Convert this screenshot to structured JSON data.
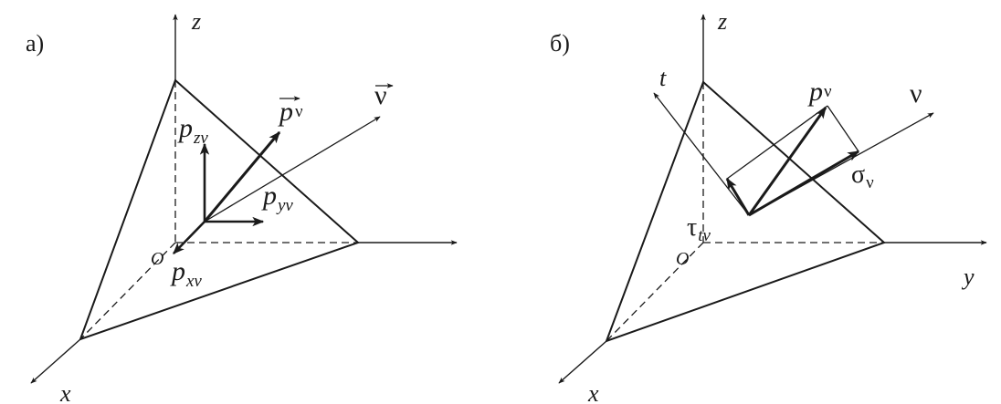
{
  "panel_a": {
    "label": "а)",
    "axis_z": "z",
    "axis_x": "x",
    "origin": "O",
    "normal": "ν",
    "stress_vector": "p",
    "stress_vector_sub": "ν",
    "comp_z": "p",
    "comp_z_sub": "zν",
    "comp_y": "p",
    "comp_y_sub": "yν",
    "comp_x": "p",
    "comp_x_sub": "xν"
  },
  "panel_b": {
    "label": "б)",
    "axis_z": "z",
    "axis_y": "y",
    "axis_x": "x",
    "origin": "O",
    "axis_t": "t",
    "normal": "ν",
    "stress_vector": "p",
    "stress_vector_sub": "ν",
    "normal_stress": "σ",
    "normal_stress_sub": "ν",
    "shear_stress": "τ",
    "shear_stress_sub": "tν"
  }
}
